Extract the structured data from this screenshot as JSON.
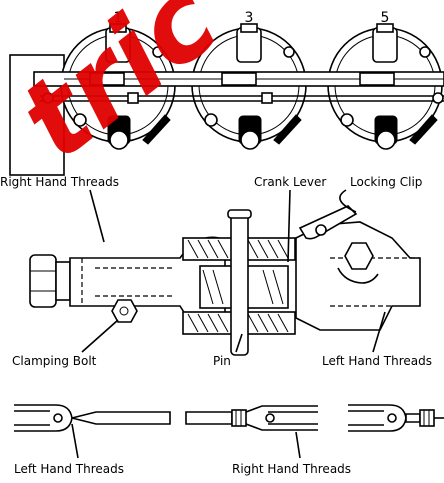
{
  "watermark": {
    "text": "tric",
    "color": "#e00000"
  },
  "top_view": {
    "carburetor_numbers": [
      "1",
      "3",
      "5"
    ]
  },
  "clamp_view": {
    "labels": {
      "right_hand_threads": "Right Hand Threads",
      "crank_lever": "Crank Lever",
      "locking_clip": "Locking Clip",
      "clamping_bolt": "Clamping Bolt",
      "pin": "Pin",
      "left_hand_threads": "Left Hand Threads"
    }
  },
  "rod_view": {
    "labels": {
      "left_hand_threads": "Left Hand Threads",
      "right_hand_threads": "Right Hand Threads"
    }
  }
}
